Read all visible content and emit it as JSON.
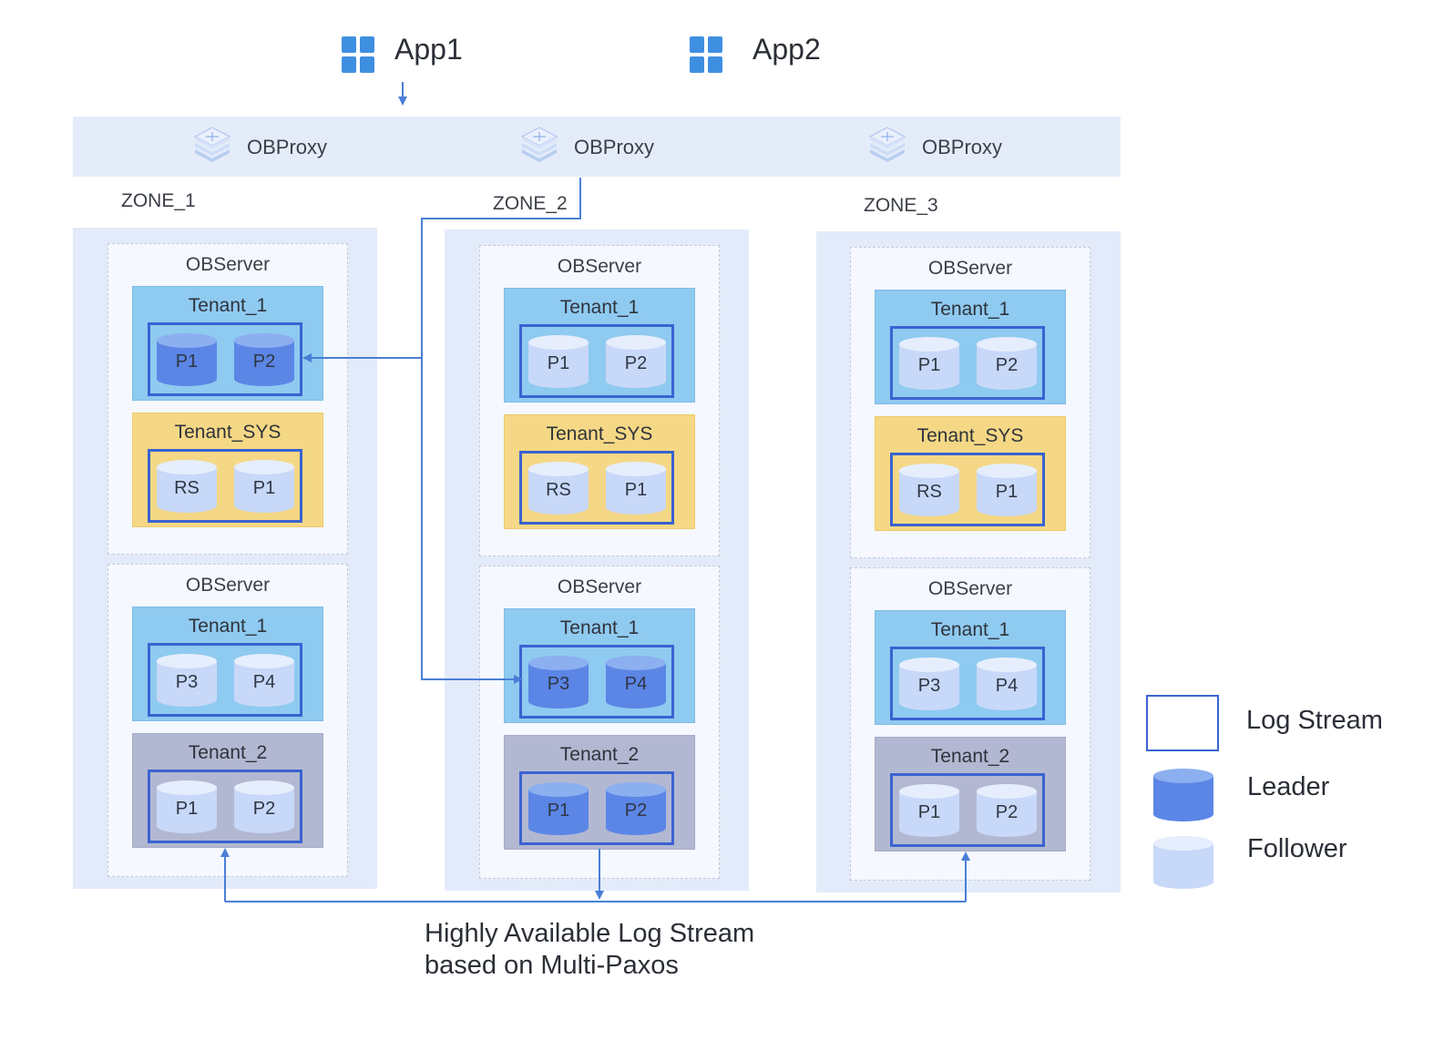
{
  "apps": [
    {
      "label": "App1",
      "icon": "windows-icon"
    },
    {
      "label": "App2",
      "icon": "windows-icon"
    }
  ],
  "proxies": [
    {
      "label": "OBProxy",
      "icon": "obproxy-stack-icon"
    },
    {
      "label": "OBProxy",
      "icon": "obproxy-stack-icon"
    },
    {
      "label": "OBProxy",
      "icon": "obproxy-stack-icon"
    }
  ],
  "zones": [
    {
      "label": "ZONE_1",
      "servers": [
        {
          "label": "OBServer",
          "tenants": [
            {
              "label": "Tenant_1",
              "color": "blue",
              "partitions": [
                {
                  "label": "P1",
                  "role": "leader"
                },
                {
                  "label": "P2",
                  "role": "leader"
                }
              ]
            },
            {
              "label": "Tenant_SYS",
              "color": "yellow",
              "partitions": [
                {
                  "label": "RS",
                  "role": "follower"
                },
                {
                  "label": "P1",
                  "role": "follower"
                }
              ]
            }
          ]
        },
        {
          "label": "OBServer",
          "tenants": [
            {
              "label": "Tenant_1",
              "color": "blue",
              "partitions": [
                {
                  "label": "P3",
                  "role": "follower"
                },
                {
                  "label": "P4",
                  "role": "follower"
                }
              ]
            },
            {
              "label": "Tenant_2",
              "color": "gray",
              "partitions": [
                {
                  "label": "P1",
                  "role": "follower"
                },
                {
                  "label": "P2",
                  "role": "follower"
                }
              ]
            }
          ]
        }
      ]
    },
    {
      "label": "ZONE_2",
      "servers": [
        {
          "label": "OBServer",
          "tenants": [
            {
              "label": "Tenant_1",
              "color": "blue",
              "partitions": [
                {
                  "label": "P1",
                  "role": "follower"
                },
                {
                  "label": "P2",
                  "role": "follower"
                }
              ]
            },
            {
              "label": "Tenant_SYS",
              "color": "yellow",
              "partitions": [
                {
                  "label": "RS",
                  "role": "follower"
                },
                {
                  "label": "P1",
                  "role": "follower"
                }
              ]
            }
          ]
        },
        {
          "label": "OBServer",
          "tenants": [
            {
              "label": "Tenant_1",
              "color": "blue",
              "partitions": [
                {
                  "label": "P3",
                  "role": "leader"
                },
                {
                  "label": "P4",
                  "role": "leader"
                }
              ]
            },
            {
              "label": "Tenant_2",
              "color": "gray",
              "partitions": [
                {
                  "label": "P1",
                  "role": "leader"
                },
                {
                  "label": "P2",
                  "role": "leader"
                }
              ]
            }
          ]
        }
      ]
    },
    {
      "label": "ZONE_3",
      "servers": [
        {
          "label": "OBServer",
          "tenants": [
            {
              "label": "Tenant_1",
              "color": "blue",
              "partitions": [
                {
                  "label": "P1",
                  "role": "follower"
                },
                {
                  "label": "P2",
                  "role": "follower"
                }
              ]
            },
            {
              "label": "Tenant_SYS",
              "color": "yellow",
              "partitions": [
                {
                  "label": "RS",
                  "role": "follower"
                },
                {
                  "label": "P1",
                  "role": "follower"
                }
              ]
            }
          ]
        },
        {
          "label": "OBServer",
          "tenants": [
            {
              "label": "Tenant_1",
              "color": "blue",
              "partitions": [
                {
                  "label": "P3",
                  "role": "follower"
                },
                {
                  "label": "P4",
                  "role": "follower"
                }
              ]
            },
            {
              "label": "Tenant_2",
              "color": "gray",
              "partitions": [
                {
                  "label": "P1",
                  "role": "follower"
                },
                {
                  "label": "P2",
                  "role": "follower"
                }
              ]
            }
          ]
        }
      ]
    }
  ],
  "legend": {
    "log_stream": "Log Stream",
    "leader": "Leader",
    "follower": "Follower"
  },
  "caption": {
    "line1": "Highly Available Log Stream",
    "line2": "based on Multi-Paxos"
  },
  "colors": {
    "leader": "#5b86e6",
    "follower": "#c8d8f8",
    "log_stream_border": "#3a63d1",
    "connector": "#4a7fd6",
    "tenant_blue": "#8fcaf0",
    "tenant_yellow": "#f5d886",
    "tenant_gray": "#b3b8d2"
  }
}
